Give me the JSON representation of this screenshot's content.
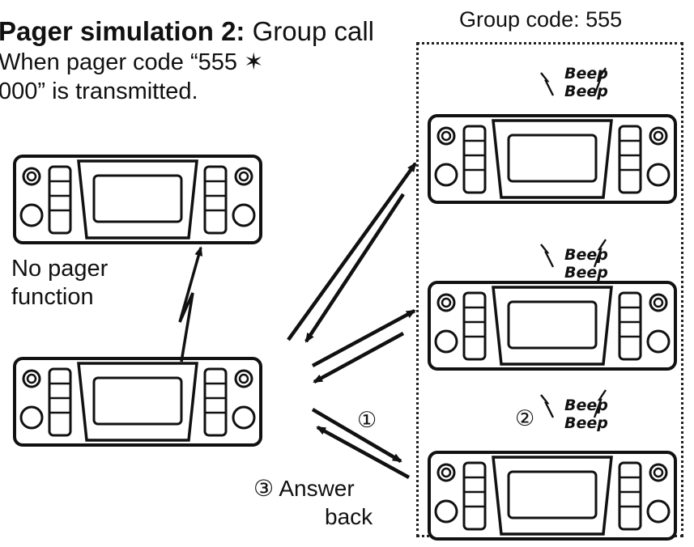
{
  "title": {
    "bold": "Pager simulation 2:",
    "rest": "Group call"
  },
  "subtitle": {
    "line1": "When pager code “555 ✶",
    "line2": "000” is transmitted."
  },
  "group_label": "Group code: 555",
  "no_pager_label": {
    "line1": "No pager",
    "line2": "function"
  },
  "beep": {
    "line1": "Beep",
    "line2": "Beep"
  },
  "step1": "①",
  "step2": "②",
  "answer_back": {
    "line1": "③ Answer",
    "line2": "back"
  }
}
